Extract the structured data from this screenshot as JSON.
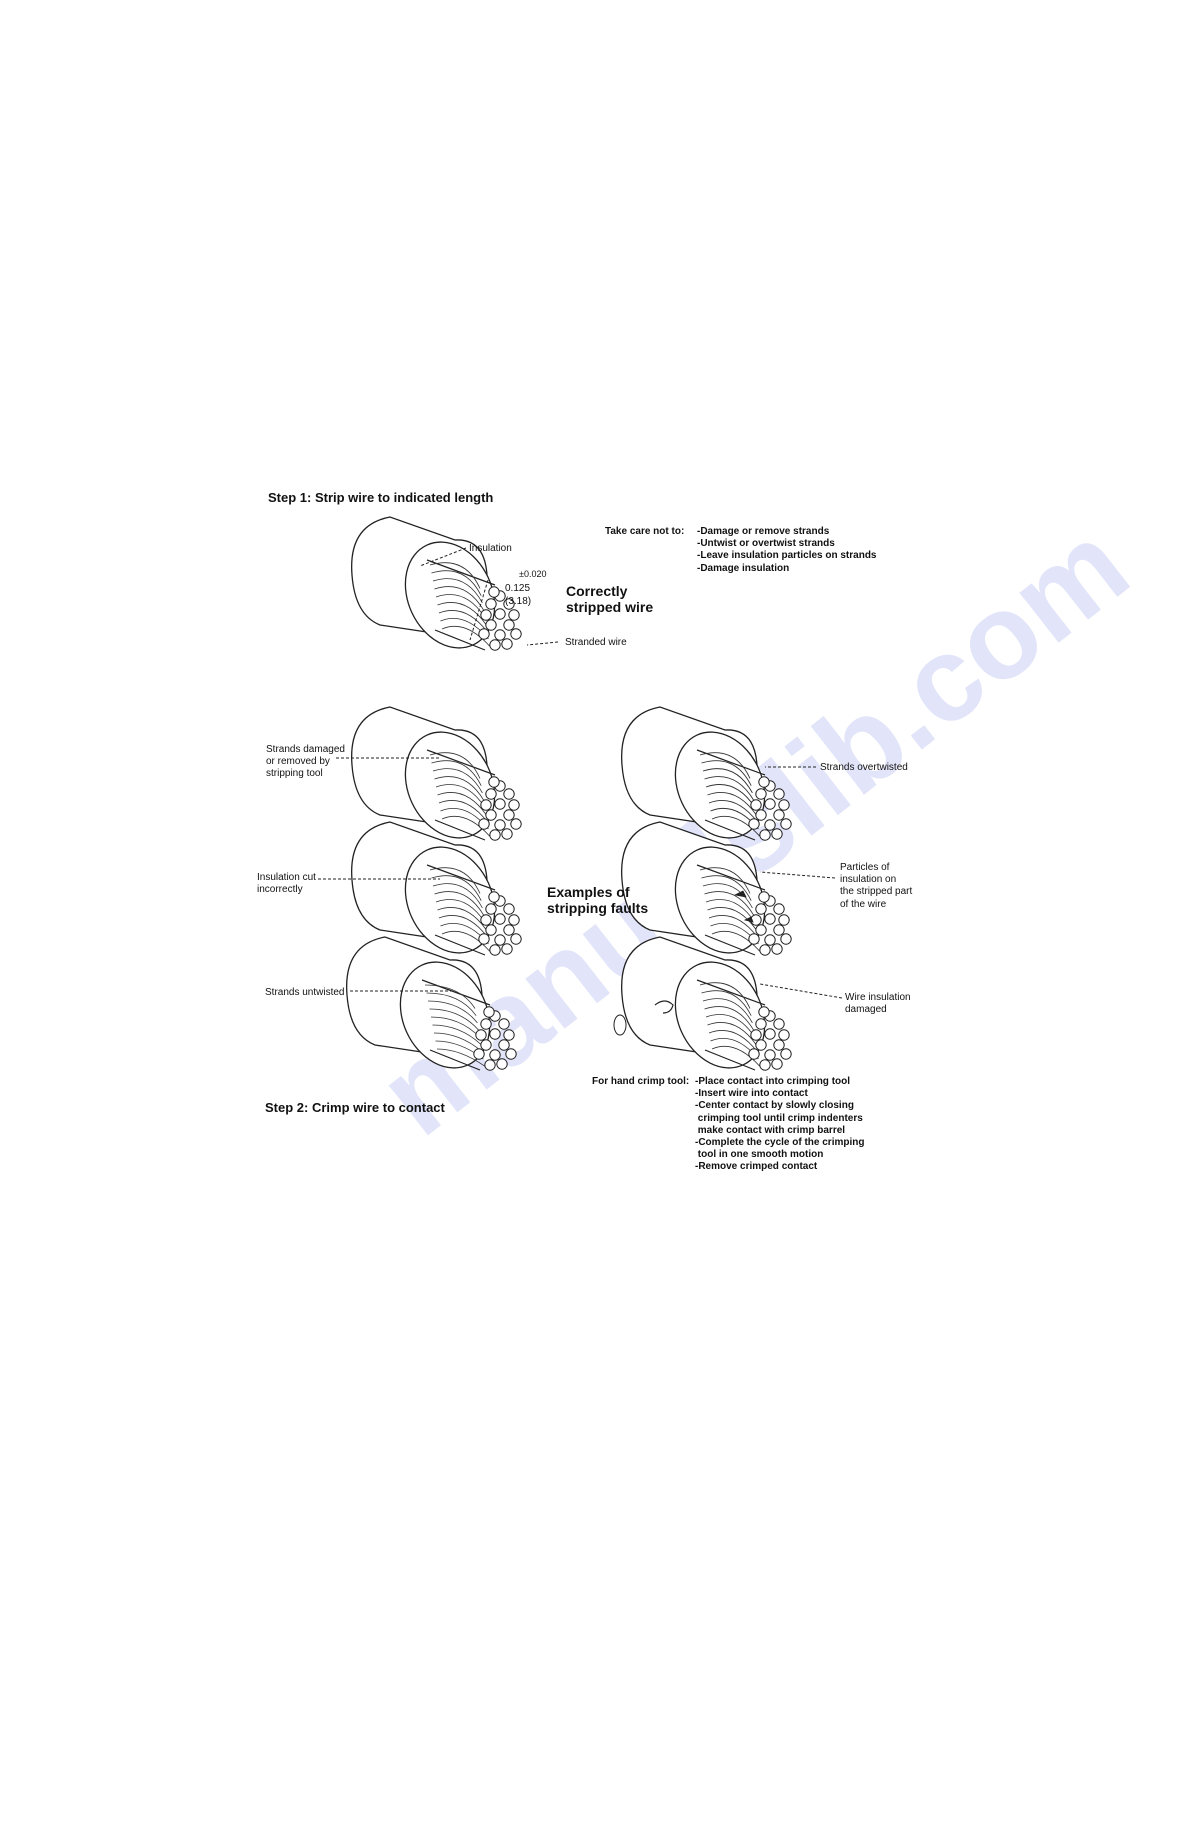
{
  "step1": "Step 1:  Strip wire to indicated length",
  "step2": "Step 2:  Crimp wire to contact",
  "care": {
    "label": "Take care not to:",
    "items": [
      "-Damage or remove strands",
      "-Untwist or overtwist strands",
      "-Leave insulation particles on strands",
      "-Damage insulation"
    ]
  },
  "correct": {
    "insulation": "Insulation",
    "tol": "±0.020",
    "dim": "0.125",
    "dim_mm": "(3.18)",
    "title_l1": "Correctly",
    "title_l2": "stripped wire",
    "stranded": "Stranded wire"
  },
  "faults": {
    "title_l1": "Examples of",
    "title_l2": "stripping faults",
    "damaged": [
      "Strands damaged",
      "or removed by",
      "stripping tool"
    ],
    "overtwisted": "Strands overtwisted",
    "cut": [
      "Insulation cut",
      "incorrectly"
    ],
    "particles": [
      "Particles of",
      "insulation on",
      "the stripped part",
      "of the wire"
    ],
    "untwisted": "Strands untwisted",
    "ins_damaged": [
      "Wire insulation",
      "damaged"
    ]
  },
  "crimp": {
    "label": "For hand crimp tool:",
    "items": [
      "-Place contact into crimping tool",
      "-Insert wire into contact",
      "-Center contact by slowly closing",
      " crimping tool until crimp indenters",
      " make contact with crimp barrel",
      "-Complete the cycle of the crimping",
      " tool in one smooth motion",
      "-Remove crimped contact"
    ]
  },
  "watermark": "manualslib.com"
}
